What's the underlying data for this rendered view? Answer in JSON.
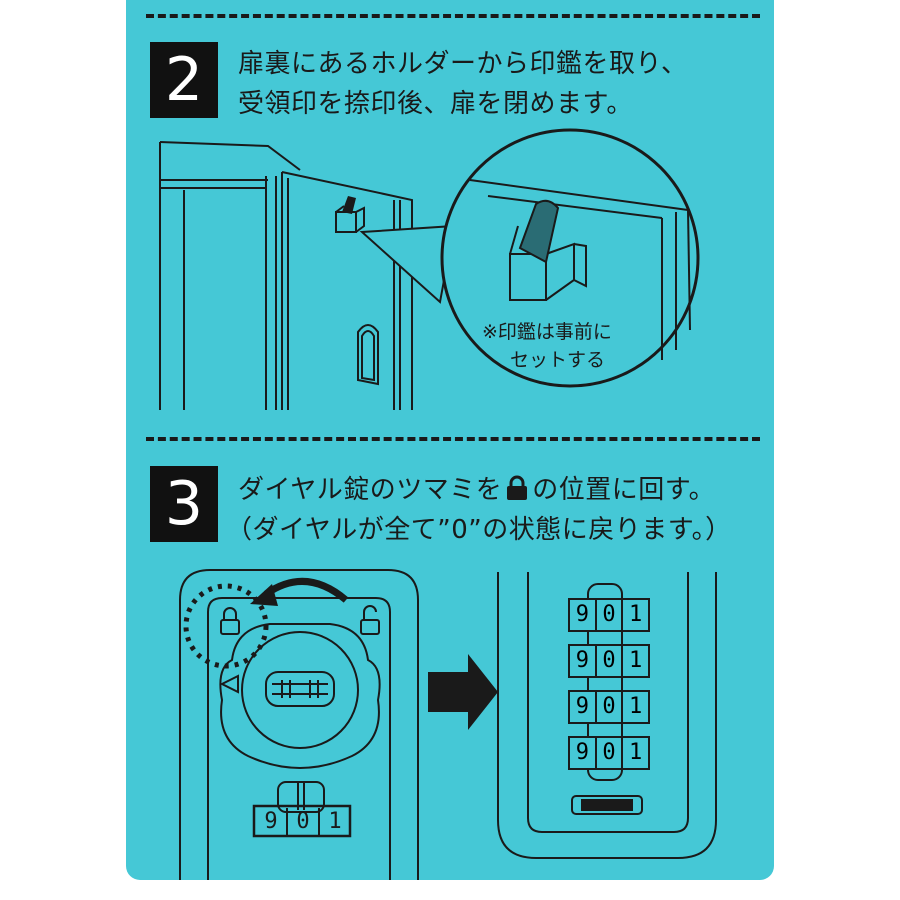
{
  "step2": {
    "number": "2",
    "line1": "扉裏にあるホルダーから印鑑を取り、",
    "line2": "受領印を捺印後、扉を閉めます。",
    "callout_line1": "※印鑑は事前に",
    "callout_line2": "セットする"
  },
  "step3": {
    "number": "3",
    "line1_before": "ダイヤル錠のツマミを",
    "line1_after": "の位置に回す。",
    "line2": "（ダイヤルが全て”0”の状態に戻ります。）",
    "dial_digits": [
      "9",
      "0",
      "1"
    ]
  },
  "colors": {
    "panel": "#45c8d6",
    "ink": "#1a1a1a",
    "badge": "#111111"
  },
  "icons": [
    "lock-icon",
    "unlock-icon",
    "arrow-right-icon",
    "rotate-arrow-icon",
    "triangle-left-icon"
  ]
}
